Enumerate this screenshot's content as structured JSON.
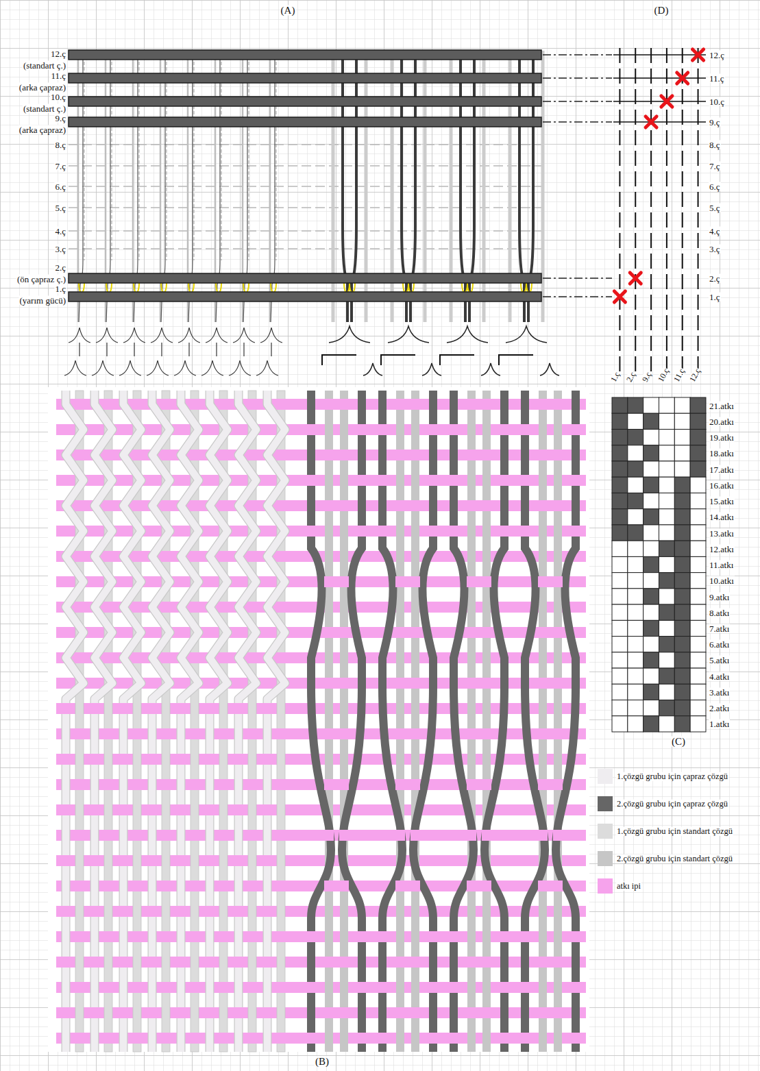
{
  "diagram": {
    "labels": [
      "(A)",
      "(D)",
      "12.ç",
      "(standart ç.)",
      "11.ç",
      "(arka çapraz)",
      "10.ç",
      "(standart ç.)",
      "9.ç",
      "(arka çapraz)",
      "8.ç",
      "7.ç",
      "6.ç",
      "5.ç",
      "4.ç",
      "3.ç",
      "2.ç",
      "(ön çapraz ç.)",
      "1.ç",
      "(yarım gücü)",
      "12.ç",
      "11.ç",
      "10.ç",
      "9.ç",
      "8.ç",
      "7.ç",
      "6.ç",
      "5.ç",
      "4.ç",
      "3.ç",
      "2.ç",
      "1.ç",
      "1.ç",
      "2.ç",
      "9.ç",
      "10.ç",
      "11.ç",
      "12.ç",
      "21.atkı",
      "20.atkı",
      "19.atkı",
      "18.atkı",
      "17.atkı",
      "16.atkı",
      "15.atkı",
      "14.atkı",
      "13.atkı",
      "12.atkı",
      "11.atkı",
      "10.atkı",
      "9.atkı",
      "8.atkı",
      "7.atkı",
      "6.atkı",
      "5.atkı",
      "4.atkı",
      "3.atkı",
      "2.atkı",
      "1.atkı",
      "(B)",
      "(C)"
    ],
    "legend": [
      {
        "text": "1.çözgü grubu için çapraz çözgü",
        "color": "#efedf0"
      },
      {
        "text": "2.çözgü grubu için çapraz çözgü",
        "color": "#666666"
      },
      {
        "text": "1.çözgü grubu için standart çözgü",
        "color": "#dcdcdc"
      },
      {
        "text": "2.çözgü grubu için standart çözgü",
        "color": "#c6c6c6"
      },
      {
        "text": "atkı ipi",
        "color": "#f6a3ec"
      }
    ]
  }
}
